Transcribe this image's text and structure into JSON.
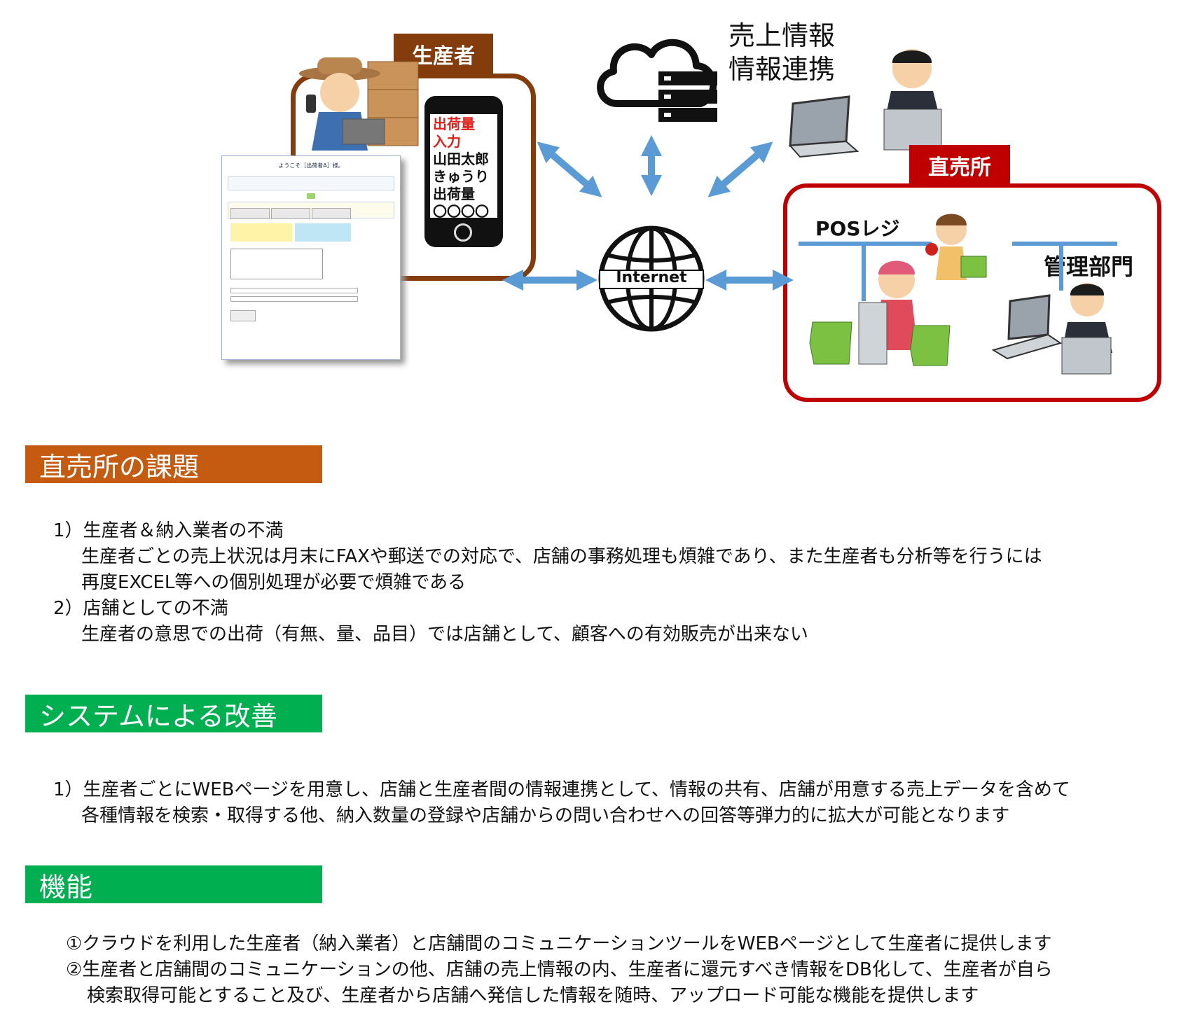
{
  "diagram": {
    "producer_label": "生産者",
    "phone_lines": {
      "red": [
        "出荷量",
        "入力"
      ],
      "black": [
        "山田太郎",
        "きゅうり",
        "出荷量",
        "〇〇〇〇"
      ]
    },
    "web_page_title": "ようこそ［出荷者A］様。",
    "cloud_text": [
      "売上情報",
      "情報連携"
    ],
    "internet_label": "Internet",
    "store_label": "直売所",
    "pos_label": "POSレジ",
    "management_label": "管理部門"
  },
  "sections": [
    {
      "heading": "直売所の課題",
      "color": "#c55a11",
      "lines": [
        "1）生産者＆納入業者の不満",
        "生産者ごとの売上状況は月末にFAXや郵送での対応で、店舗の事務処理も煩雑であり、また生産者も分析等を行うには",
        "再度EXCEL等への個別処理が必要で煩雑である",
        "2）店舗としての不満",
        "生産者の意思での出荷（有無、量、品目）では店舗として、顧客への有効販売が出来ない"
      ]
    },
    {
      "heading": "システムによる改善",
      "color": "#00b050",
      "lines": [
        "1）生産者ごとにWEBページを用意し、店舗と生産者間の情報連携として、情報の共有、店舗が用意する売上データを含めて",
        "各種情報を検索・取得する他、納入数量の登録や店舗からの問い合わせへの回答等弾力的に拡大が可能となります"
      ]
    },
    {
      "heading": "機能",
      "color": "#00b050",
      "lines": [
        "①クラウドを利用した生産者（納入業者）と店舗間のコミュニケーションツールをWEBページとして生産者に提供します",
        "②生産者と店舗間のコミュニケーションの他、店舗の売上情報の内、生産者に還元すべき情報をDB化して、生産者が自ら",
        "検索取得可能とすること及び、生産者から店舗へ発信した情報を随時、アップロード可能な機能を提供します"
      ]
    }
  ],
  "colors": {
    "producer_brown": "#843c0c",
    "store_red": "#c00000",
    "arrow_blue": "#5b9bd5"
  }
}
